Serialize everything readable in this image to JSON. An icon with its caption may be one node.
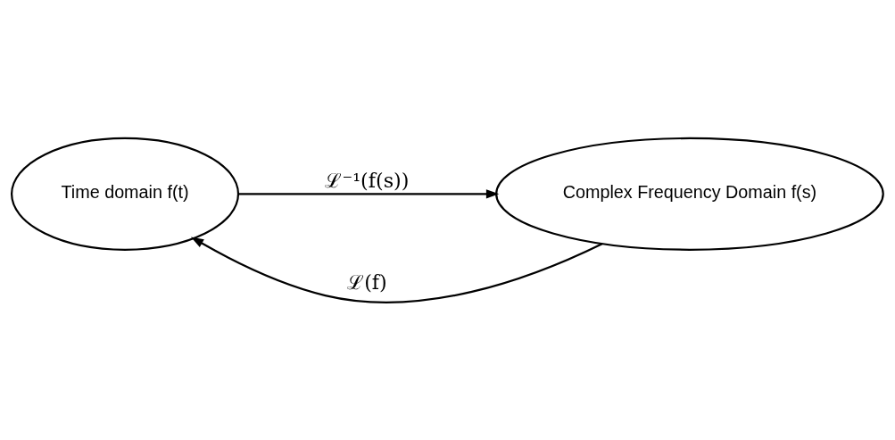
{
  "diagram": {
    "nodes": [
      {
        "text": [
          "Time domain f(t)"
        ]
      },
      {
        "text": [
          "Complex Frequency Domain f(s)"
        ]
      }
    ],
    "edges": [
      {
        "from": 1,
        "to": 0,
        "arrow": "to",
        "label": "ℒ(f)"
      },
      {
        "from": 0,
        "to": 1,
        "arrow": "to",
        "label": "ℒ⁻¹(f(s))"
      }
    ]
  }
}
